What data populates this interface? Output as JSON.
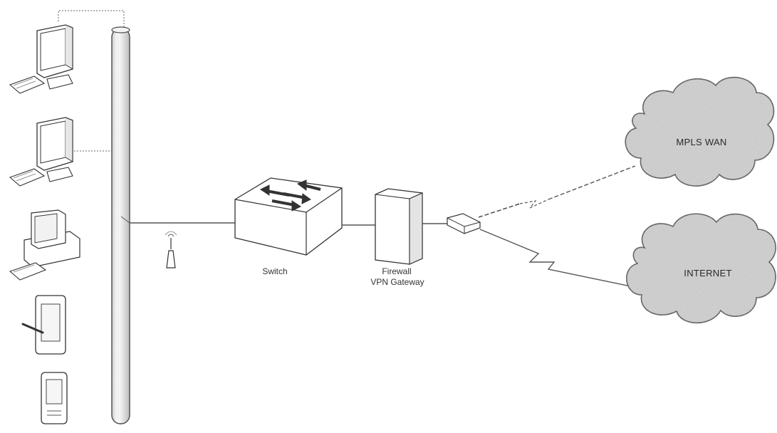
{
  "diagram": {
    "nodes": {
      "switch": {
        "label": "Switch",
        "icon": "switch-icon"
      },
      "firewall": {
        "label_line1": "Firewall",
        "label_line2": "VPN Gateway",
        "icon": "firewall-icon"
      },
      "router": {
        "icon": "router-icon"
      },
      "wan_cloud": {
        "label": "MPLS WAN",
        "icon": "cloud-icon"
      },
      "internet_cloud": {
        "label": "INTERNET",
        "icon": "cloud-icon"
      },
      "wireless_ap": {
        "icon": "antenna-icon"
      },
      "lan_backbone": {
        "icon": "backbone-pipe"
      }
    },
    "devices": [
      {
        "icon": "desktop-monitor-icon"
      },
      {
        "icon": "desktop-monitor-icon"
      },
      {
        "icon": "desktop-computer-icon"
      },
      {
        "icon": "tablet-stylus-icon"
      },
      {
        "icon": "pda-icon"
      }
    ],
    "colors": {
      "line": "#555555",
      "cloud_fill": "#d2d2d2",
      "cloud_stroke": "#3a3a3a",
      "device_fill": "#ffffff"
    }
  }
}
